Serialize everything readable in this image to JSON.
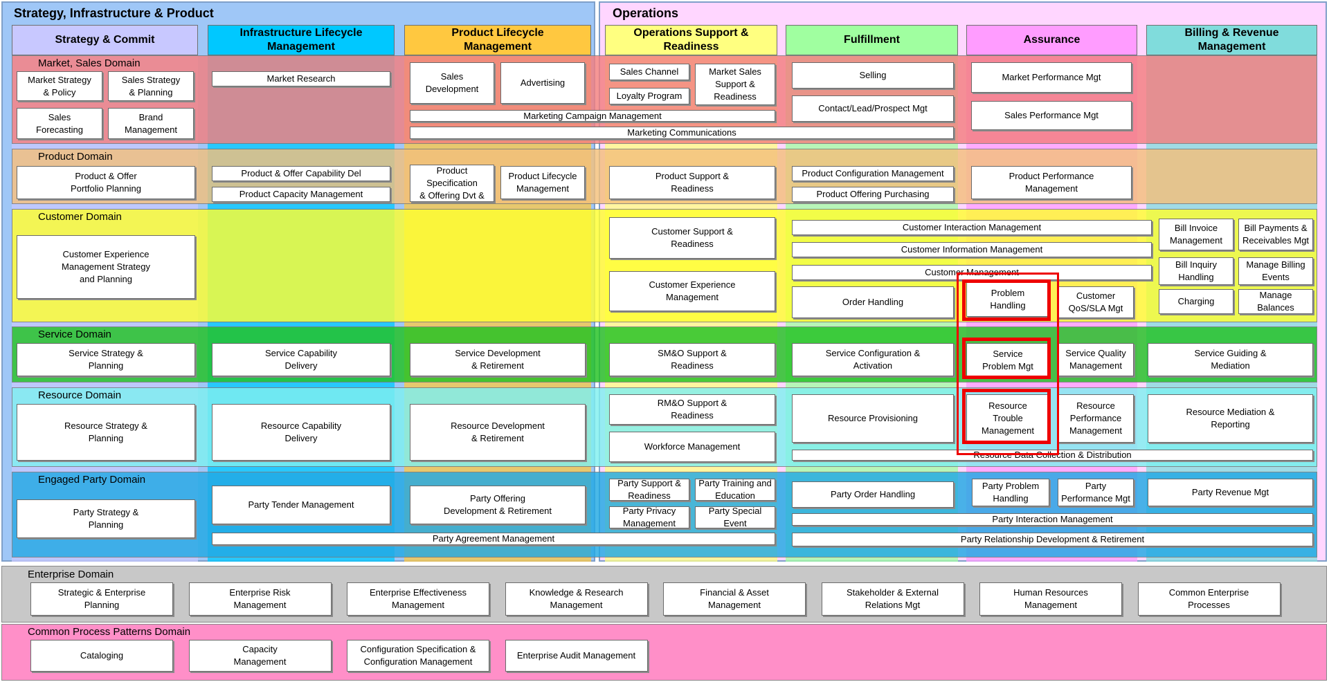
{
  "panels": {
    "strategy": "Strategy, Infrastructure & Product",
    "operations": "Operations"
  },
  "columns": [
    {
      "label": "Strategy & Commit",
      "color": "#c8c8ff"
    },
    {
      "label": "Infrastructure Lifecycle\nManagement",
      "color": "#00c8ff"
    },
    {
      "label": "Product Lifecycle\nManagement",
      "color": "#ffc840"
    },
    {
      "label": "Operations Support &\nReadiness",
      "color": "#ffff80"
    },
    {
      "label": "Fulfillment",
      "color": "#a0ffa0"
    },
    {
      "label": "Assurance",
      "color": "#ff9cff"
    },
    {
      "label": "Billing & Revenue\nManagement",
      "color": "#80dcdc"
    }
  ],
  "domains": [
    {
      "label": "Market, Sales Domain",
      "color": "#f47f7f"
    },
    {
      "label": "Product Domain",
      "color": "#f3c07c"
    },
    {
      "label": "Customer Domain",
      "color": "#ffff30"
    },
    {
      "label": "Service Domain",
      "color": "#22c222"
    },
    {
      "label": "Resource Domain",
      "color": "#7ff0f0"
    },
    {
      "label": "Engaged Party Domain",
      "color": "#22a9e4"
    }
  ],
  "boxes": [
    "Market Strategy\n& Policy",
    "Sales Strategy\n& Planning",
    "Sales\nForecasting",
    "Brand\nManagement",
    "Market Research",
    "Sales\nDevelopment",
    "Advertising",
    "Sales Channel",
    "Market Sales\nSupport &\nReadiness",
    "Loyalty Program",
    "Marketing Campaign Management",
    "Marketing Communications",
    "Selling",
    "Contact/Lead/Prospect Mgt",
    "Market Performance Mgt",
    "Sales Performance Mgt",
    "Product & Offer\nPortfolio Planning",
    "Product & Offer Capability Del",
    "Product Capacity Management",
    "Product\nSpecification\n& Offering Dvt &",
    "Product Lifecycle\nManagement",
    "Product Support &\nReadiness",
    "Product Configuration Management",
    "Product Offering Purchasing",
    "Product Performance\nManagement",
    "Customer Experience\nManagement Strategy\nand Planning",
    "Customer Support &\nReadiness",
    "Customer Experience\nManagement",
    "Customer Interaction Management",
    "Customer Information Management",
    "Customer Management",
    "Order Handling",
    "Problem\nHandling",
    "Customer\nQoS/SLA Mgt",
    "Bill Invoice\nManagement",
    "Bill Payments &\nReceivables Mgt",
    "Bill Inquiry\nHandling",
    "Manage Billing\nEvents",
    "Charging",
    "Manage\nBalances",
    "Service Strategy &\nPlanning",
    "Service Capability\nDelivery",
    "Service Development\n& Retirement",
    "SM&O Support &\nReadiness",
    "Service Configuration &\nActivation",
    "Service\nProblem Mgt",
    "Service Quality\nManagement",
    "Service Guiding &\nMediation",
    "Resource Strategy &\nPlanning",
    "Resource Capability\nDelivery",
    "Resource Development\n& Retirement",
    "RM&O Support &\nReadiness",
    "Workforce Management",
    "Resource Provisioning",
    "Resource\nTrouble\nManagement",
    "Resource\nPerformance\nManagement",
    "Resource Mediation &\nReporting",
    "Resource Data Collection & Distribution",
    "Party Strategy &\nPlanning",
    "Party Tender Management",
    "Party Offering\nDevelopment & Retirement",
    "Party Support &\nReadiness",
    "Party Training and\nEducation",
    "Party Privacy\nManagement",
    "Party Special\nEvent",
    "Party Order Handling",
    "Party Problem\nHandling",
    "Party\nPerformance Mgt",
    "Party Revenue Mgt",
    "Party Interaction Management",
    "Party Agreement Management",
    "Party Relationship Development & Retirement"
  ],
  "enterprise": {
    "title": "Enterprise Domain",
    "items": [
      "Strategic & Enterprise\nPlanning",
      "Enterprise Risk\nManagement",
      "Enterprise Effectiveness\nManagement",
      "Knowledge & Research\nManagement",
      "Financial & Asset\nManagement",
      "Stakeholder & External\nRelations Mgt",
      "Human Resources\nManagement",
      "Common Enterprise\nProcesses"
    ]
  },
  "common": {
    "title": "Common Process Patterns Domain",
    "items": [
      "Cataloging",
      "Capacity\nManagement",
      "Configuration Specification &\nConfiguration Management",
      "Enterprise Audit Management"
    ]
  },
  "highlight_color": "#ee0000"
}
